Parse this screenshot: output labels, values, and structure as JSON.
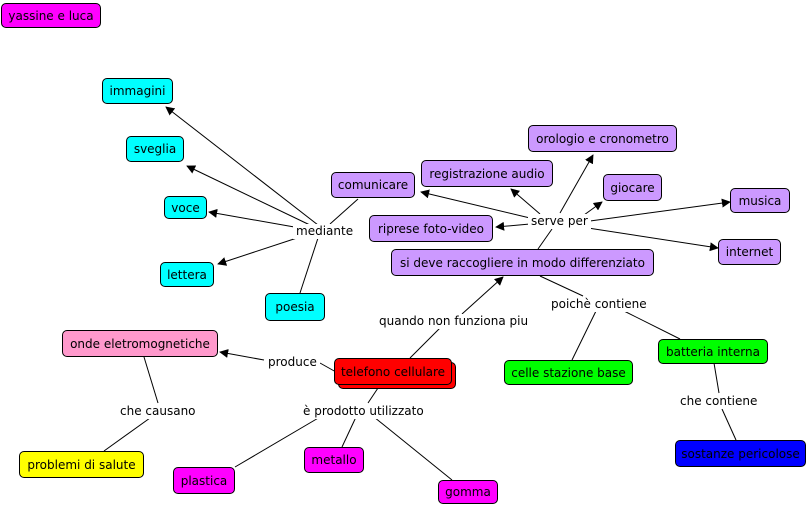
{
  "colors": {
    "magenta": "#ff00ff",
    "cyan": "#00ffff",
    "lavender": "#cc99ff",
    "pink": "#ff99cc",
    "yellow": "#ffff00",
    "red": "#ff0000",
    "green": "#00ff00",
    "blue": "#0000ff"
  },
  "nodes": {
    "authors": "yassine e luca",
    "immagini": "immagini",
    "sveglia": "sveglia",
    "voce": "voce",
    "lettera": "lettera",
    "poesia": "poesia",
    "comunicare": "comunicare",
    "registrazione_audio": "registrazione audio",
    "orologio": "orologio e cronometro",
    "giocare": "giocare",
    "musica": "musica",
    "riprese": "riprese foto-video",
    "internet": "internet",
    "raccogliere": "si deve raccogliere in modo differenziato",
    "onde": "onde eletromognetiche",
    "problemi": "problemi di salute",
    "telefono": "telefono cellulare",
    "celle": "celle stazione base",
    "batteria": "batteria interna",
    "sostanze": "sostanze pericolose",
    "plastica": "plastica",
    "metallo": "metallo",
    "gomma": "gomma"
  },
  "links": {
    "mediante": "mediante",
    "serve_per": "serve per",
    "quando": "quando non funziona piu",
    "poiche": "poichè contiene",
    "produce": "produce",
    "che_causano": "che causano",
    "prodotto": "è  prodotto utilizzato",
    "che_contiene": "che contiene"
  }
}
